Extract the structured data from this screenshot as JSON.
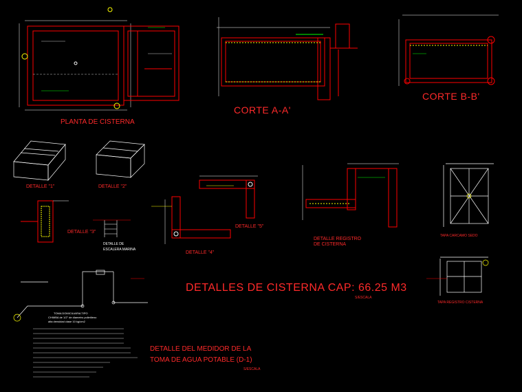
{
  "drawing": {
    "main_title": "DETALLES DE CISTERNA CAP: 66.25 M3",
    "main_scale": "S/ESCALA",
    "colors": {
      "background": "#000000",
      "walls": "#ff0000",
      "text_titles": "#ff2a2a",
      "dimension": "#ffffff",
      "accent_yellow": "#ffff00",
      "accent_green": "#00ff00",
      "accent_cyan": "#00ffff"
    }
  },
  "titles": {
    "planta": "PLANTA DE CISTERNA",
    "corte_aa": "CORTE A-A'",
    "corte_bb": "CORTE B-B'",
    "detalle_1": "DETALLE \"1\"",
    "detalle_2": "DETALLE \"2\"",
    "detalle_3": "DETALLE \"3\"",
    "detalle_4": "DETALLE \"4\"",
    "detalle_5": "DETALLE \"5\"",
    "escalera_1": "DETALLE DE",
    "escalera_2": "ESCALERA MARINA",
    "registro_1": "DETALLE REGISTRO",
    "registro_2": "DE CISTERNA",
    "tapa_sedo": "TAPA CARCAMO SEDO",
    "tapa_registro": "TAPA REGISTRO CISTERNA",
    "medidor_1": "DETALLE DEL MEDIDOR DE LA",
    "medidor_2": "TOMA DE AGUA POTABLE (D-1)",
    "medidor_scale": "S/ESCALA"
  },
  "annotations": {
    "toma_1": "TOMA DOMICILIARIA TIPO",
    "toma_2": "CHIMBA de 1/2\" de diametro polietileno",
    "toma_3": "alta densidad clase 10 kg/cm2"
  }
}
